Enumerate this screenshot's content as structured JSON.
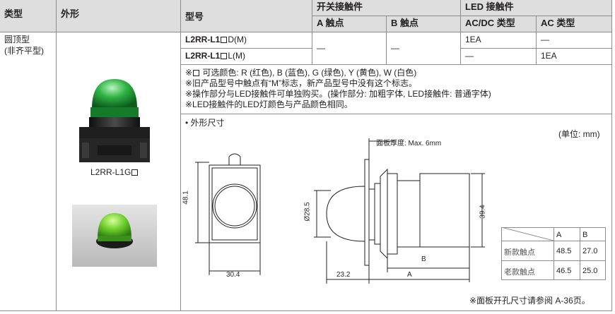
{
  "headers": {
    "type": "类型",
    "shape": "外形",
    "model": "型号",
    "switch_contact": "开关接触件",
    "a_contact": "A 触点",
    "b_contact": "B 触点",
    "led_contact": "LED 接触件",
    "acdc_type": "AC/DC 类型",
    "ac_type": "AC 类型"
  },
  "type_cell": {
    "line1": "圆顶型",
    "line2": "(非齐平型)"
  },
  "product_caption": "L2RR-L1G",
  "rows": [
    {
      "model_prefix": "L2RR-L1",
      "model_suffix": "D(M)",
      "a": "—",
      "b": "—",
      "acdc": "1EA",
      "ac": "—"
    },
    {
      "model_prefix": "L2RR-L1",
      "model_suffix": "L(M)",
      "acdc": "—",
      "ac": "1EA"
    }
  ],
  "notes": {
    "n1_prefix": "※",
    "n1_text": " 可选颜色: R (红色), B (蓝色), G (绿色), Y (黄色), W (白色)",
    "n2": "※旧产品型号中触点有“M”标志，新产品型号中没有这个标志。",
    "n3": "※操作部分与LED接触件可单独购买。(操作部分: 加粗字体, LED接触件: 普通字体)",
    "n4": "※LED接触件的LED灯颜色与产品颜色相同。"
  },
  "drawing": {
    "title": "• 外形尺寸",
    "unit": "(单位: mm)",
    "panel_thickness": "面板厚度: Max. 6mm",
    "dim_48_1": "48.1",
    "dim_30_4": "30.4",
    "dim_28_5": "Ø28.5",
    "dim_23_2": "23.2",
    "dim_39_4": "39.4",
    "label_a": "A",
    "label_b": "B",
    "footnote": "※面板开孔尺寸请参阅 A-36页。"
  },
  "dim_table": {
    "headers": [
      "",
      "A",
      "B"
    ],
    "rows": [
      [
        "新款触点",
        "48.5",
        "27.0"
      ],
      [
        "老款触点",
        "46.5",
        "25.0"
      ]
    ]
  },
  "colors": {
    "header_bg": "#dedede",
    "lens_green": "#2fb344",
    "body_black": "#1e1e1e"
  }
}
